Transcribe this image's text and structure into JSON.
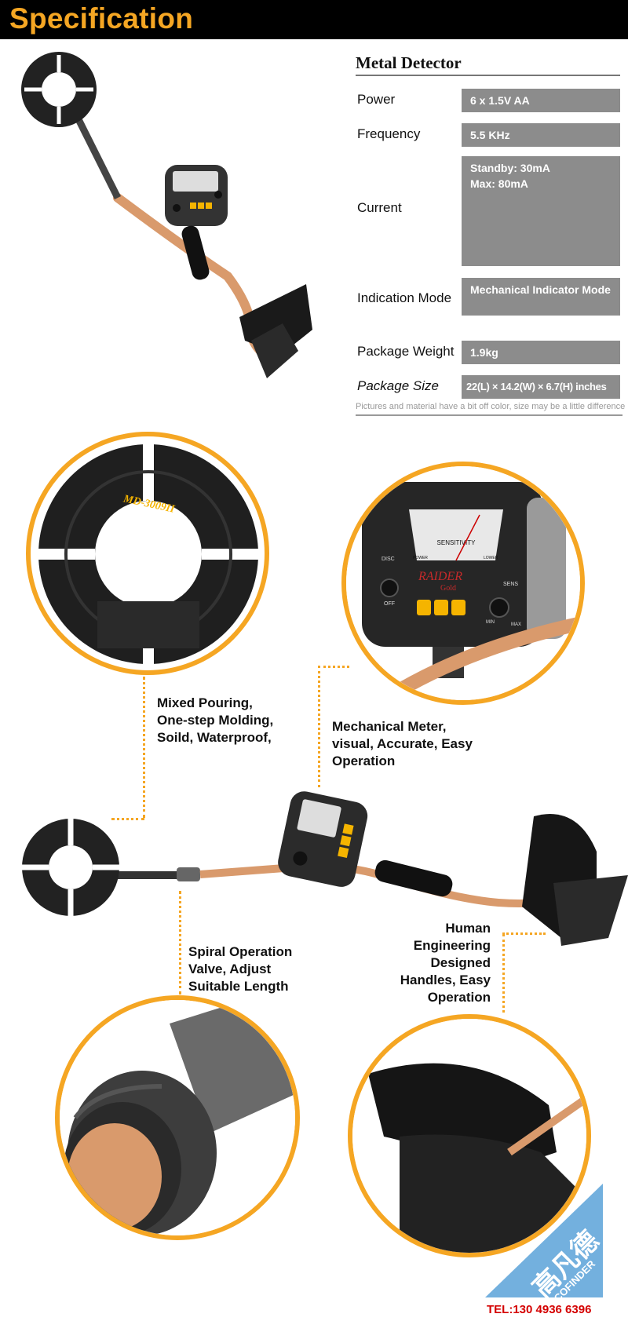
{
  "header": {
    "title": "Specification"
  },
  "spec": {
    "title": "Metal Detector",
    "rows": [
      {
        "label": "Power",
        "value": "6 x 1.5V AA"
      },
      {
        "label": "Frequency",
        "value": "5.5 KHz"
      },
      {
        "label": "Current",
        "value_lines": [
          "Standby: 30mA",
          "Max: 80mA"
        ]
      },
      {
        "label": "Indication Mode",
        "value": "Mechanical Indicator Mode"
      },
      {
        "label": "Package Weight",
        "value": "1.9kg"
      },
      {
        "label": "Package Size",
        "value": "22(L) × 14.2(W) × 6.7(H) inches"
      }
    ],
    "note": "Pictures and material have a bit off color, size may be a little difference"
  },
  "coil_label": "MD-3009II",
  "meter": {
    "scale_label": "SENSITIVITY",
    "brand": "RAIDER",
    "brand_sub": "Gold",
    "power": "POWER",
    "lower": "LOWER",
    "disc": "DISC",
    "off": "OFF",
    "sens": "SENS",
    "min": "MIN",
    "max": "MAX"
  },
  "features": {
    "coil": [
      "Mixed Pouring,",
      "One-step Molding,",
      "Soild, Waterproof,"
    ],
    "meter": [
      "Mechanical Meter,",
      "visual, Accurate, Easy",
      "Operation"
    ],
    "valve": [
      "Spiral Operation",
      "Valve, Adjust",
      "Suitable Length"
    ],
    "handle": [
      "Human",
      "Engineering",
      "Designed",
      "Handles, Easy",
      "Operation"
    ]
  },
  "watermark": {
    "cn": "高凡德",
    "en": "COFINDER"
  },
  "contact": {
    "tel": "TEL:130 4936 6396"
  },
  "colors": {
    "accent": "#f5a623",
    "shaft": "#d99a6c",
    "body": "#2b2b2b",
    "value_bg": "#8c8c8c",
    "tel": "#d40000"
  }
}
